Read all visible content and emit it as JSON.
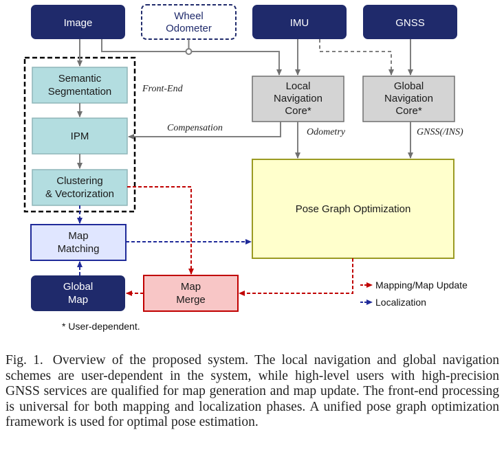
{
  "nodes": {
    "image": "Image",
    "wheel_odometer": [
      "Wheel",
      "Odometer"
    ],
    "imu": "IMU",
    "gnss": "GNSS",
    "semantic_segmentation": [
      "Semantic",
      "Segmentation"
    ],
    "ipm": "IPM",
    "clustering": [
      "Clustering",
      "& Vectorization"
    ],
    "local_nav": [
      "Local",
      "Navigation",
      "Core*"
    ],
    "global_nav": [
      "Global",
      "Navigation",
      "Core*"
    ],
    "pgo": "Pose Graph Optimization",
    "map_matching": [
      "Map",
      "Matching"
    ],
    "global_map": [
      "Global",
      "Map"
    ],
    "map_merge": [
      "Map",
      "Merge"
    ]
  },
  "labels": {
    "front_end": "Front-End",
    "compensation": "Compensation",
    "odometry": "Odometry",
    "gnss_ins": "GNSS(/INS)",
    "user_dependent": "* User-dependent."
  },
  "legend": {
    "mapping": "Mapping/Map Update",
    "localization": "Localization"
  },
  "colors": {
    "navy": "#1f2a6b",
    "gray_arrow": "#7f7f7f",
    "red_dash": "#c00000",
    "blue_dash": "#1f2a99",
    "teal_box": "#b3dde0",
    "gray_box": "#d4d4d4",
    "yellow_box": "#ffffcc",
    "pink_box": "#f8c6c6",
    "light_blue_box": "#e0e6ff"
  },
  "caption": {
    "prefix": "Fig. 1.",
    "text": "Overview of the proposed system. The local navigation and global navigation schemes are user-dependent in the system, while high-level users with high-precision GNSS services are qualified for map generation and map update. The front-end processing is universal for both mapping and localization phases. A unified pose graph optimization framework is used for optimal pose estimation."
  }
}
